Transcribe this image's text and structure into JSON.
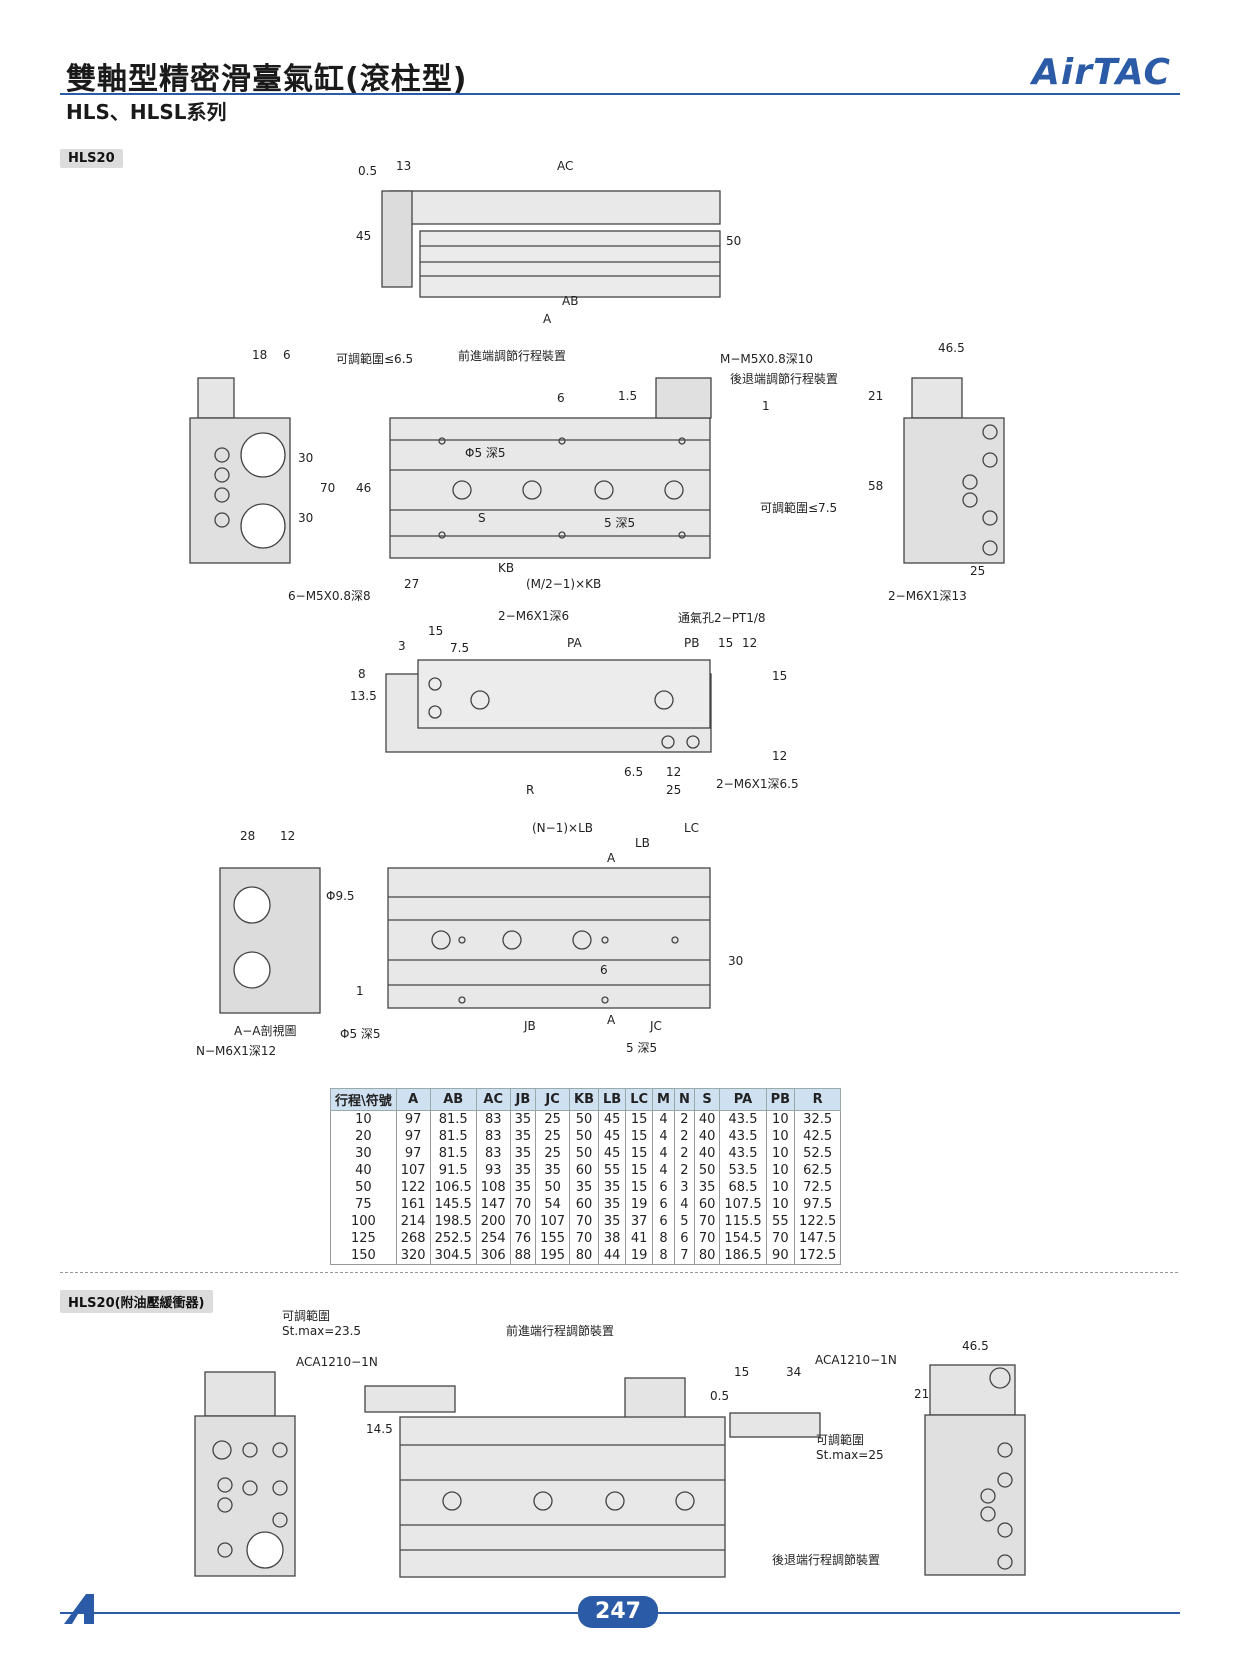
{
  "header": {
    "title": "雙軸型精密滑臺氣缸(滾柱型)",
    "subtitle": "HLS、HLSL系列",
    "brand": "AirTAC"
  },
  "sections": {
    "main_label": "HLS20",
    "shock_label": "HLS20(附油壓緩衝器)"
  },
  "drawing1": {
    "labels": {
      "d_05": "0.5",
      "d_13": "13",
      "ac": "AC",
      "d_45": "45",
      "d_50": "50",
      "ab": "AB",
      "a": "A",
      "d_18": "18",
      "d_6": "6",
      "adj_front": "可調範圍≤6.5",
      "front_adjuster": "前進端調節行程裝置",
      "m_thread": "M−M5X0.8深10",
      "rear_adjuster": "後退端調節行程裝置",
      "d_46_5": "46.5",
      "d_21": "21",
      "d_58": "58",
      "d_25": "25",
      "d_6b": "6",
      "d_15": "1.5",
      "d_1": "1",
      "phi5_top": "Φ5 深5",
      "phi5_mid": "5 深5",
      "s": "S",
      "d_46": "46",
      "d_30a": "30",
      "d_30b": "30",
      "d_70": "70",
      "kb": "KB",
      "d_27": "27",
      "m2kb": "(M/2−1)×KB",
      "adj_rear": "可調範圍≤7.5",
      "m5_side": "6−M5X0.8深8",
      "m6_right": "2−M6X1深13",
      "m6_top": "2−M6X1深6",
      "vent": "通氣孔2−PT1/8",
      "d_15b": "15",
      "d_3": "3",
      "d_7_5": "7.5",
      "pa": "PA",
      "pb": "PB",
      "d_15c": "15",
      "d_12": "12",
      "d_13_5": "13.5",
      "d_8": "8",
      "d_15d": "15",
      "d_6_5": "6.5",
      "d_12b": "12",
      "d_25b": "25",
      "r": "R",
      "m6_bot": "2−M6X1深6.5",
      "d_12c": "12",
      "d_28": "28",
      "d_12d": "12",
      "phi9_5": "Φ9.5",
      "n_m6": "N−M6X1深12",
      "aa": "A−A剖視圖",
      "n1lb": "(N−1)×LB",
      "lc": "LC",
      "lb": "LB",
      "a_mark": "A",
      "d_6c": "6",
      "d_30c": "30",
      "d_1b": "1",
      "phi5_b": "Φ5 深5",
      "jb": "JB",
      "a_mark2": "A",
      "jc": "JC",
      "phi5_c": "5 深5"
    }
  },
  "table": {
    "headers": [
      "行程\\符號",
      "A",
      "AB",
      "AC",
      "JB",
      "JC",
      "KB",
      "LB",
      "LC",
      "M",
      "N",
      "S",
      "PA",
      "PB",
      "R"
    ],
    "rows": [
      [
        "10",
        "97",
        "81.5",
        "83",
        "35",
        "25",
        "50",
        "45",
        "15",
        "4",
        "2",
        "40",
        "43.5",
        "10",
        "32.5"
      ],
      [
        "20",
        "97",
        "81.5",
        "83",
        "35",
        "25",
        "50",
        "45",
        "15",
        "4",
        "2",
        "40",
        "43.5",
        "10",
        "42.5"
      ],
      [
        "30",
        "97",
        "81.5",
        "83",
        "35",
        "25",
        "50",
        "45",
        "15",
        "4",
        "2",
        "40",
        "43.5",
        "10",
        "52.5"
      ],
      [
        "40",
        "107",
        "91.5",
        "93",
        "35",
        "35",
        "60",
        "55",
        "15",
        "4",
        "2",
        "50",
        "53.5",
        "10",
        "62.5"
      ],
      [
        "50",
        "122",
        "106.5",
        "108",
        "35",
        "50",
        "35",
        "35",
        "15",
        "6",
        "3",
        "35",
        "68.5",
        "10",
        "72.5"
      ],
      [
        "75",
        "161",
        "145.5",
        "147",
        "70",
        "54",
        "60",
        "35",
        "19",
        "6",
        "4",
        "60",
        "107.5",
        "10",
        "97.5"
      ],
      [
        "100",
        "214",
        "198.5",
        "200",
        "70",
        "107",
        "70",
        "35",
        "37",
        "6",
        "5",
        "70",
        "115.5",
        "55",
        "122.5"
      ],
      [
        "125",
        "268",
        "252.5",
        "254",
        "76",
        "155",
        "70",
        "38",
        "41",
        "8",
        "6",
        "70",
        "154.5",
        "70",
        "147.5"
      ],
      [
        "150",
        "320",
        "304.5",
        "306",
        "88",
        "195",
        "80",
        "44",
        "19",
        "8",
        "7",
        "80",
        "186.5",
        "90",
        "172.5"
      ]
    ]
  },
  "drawing2": {
    "labels": {
      "adj_range": "可調範圍",
      "st_max_front": "St.max=23.5",
      "front_adjuster": "前進端行程調節裝置",
      "aca_left": "ACA1210−1N",
      "d_14_5": "14.5",
      "d_0_5": "0.5",
      "d_15": "15",
      "d_34": "34",
      "aca_right": "ACA1210−1N",
      "d_46_5": "46.5",
      "d_21": "21",
      "adj_range2": "可調範圍",
      "st_max_rear": "St.max=25",
      "rear_adjuster": "後退端行程調節裝置"
    }
  },
  "footer": {
    "page": "247"
  }
}
